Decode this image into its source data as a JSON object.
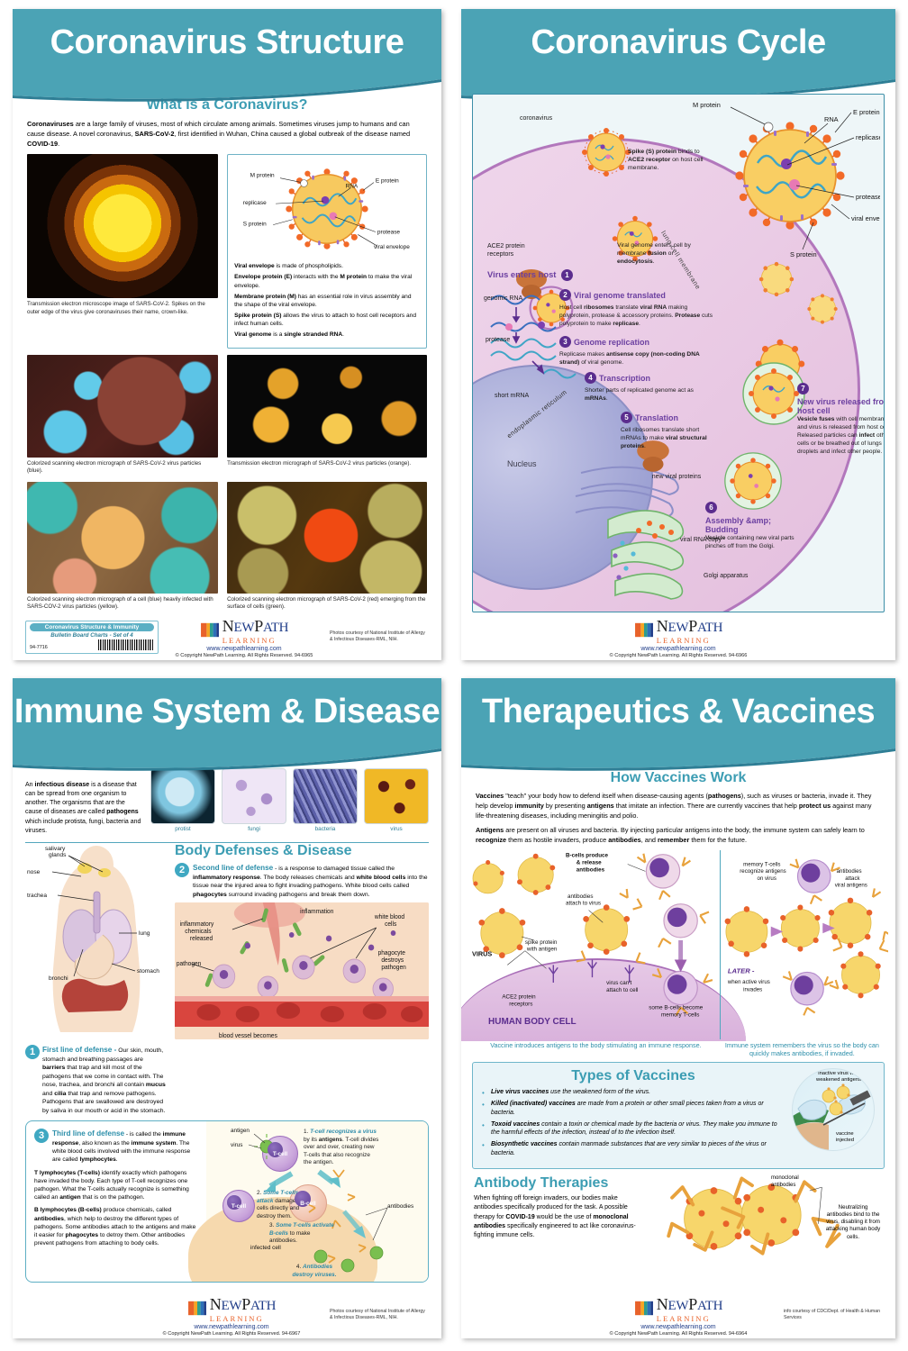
{
  "brand": {
    "name_1": "N",
    "name_2": "EW",
    "name_3": "P",
    "name_4": "ATH",
    "learning": "LEARNING",
    "site": "www.newpathlearning.com"
  },
  "posters": [
    {
      "id": "coronavirus-structure",
      "title": "Coronavirus Structure",
      "section_title": "What is a Coronavirus?",
      "intro_html": "<b>Coronaviruses</b> are a large family of viruses, most of which circulate among animals. Sometimes viruses jump to humans and can cause disease. A novel coronavirus, <b>SARS-CoV-2</b>, first identified in Wuhan, China caused a global outbreak of the disease named <b>COVID-19</b>.",
      "photos": [
        {
          "name": "tem-sars-cov-2",
          "caption": "Transmission electron microscope image of SARS-CoV-2. Spikes on the outer edge of the virus give coronaviruses their name, crown-like."
        },
        {
          "name": "sem-blue-particles",
          "caption": "Colorized scanning electron micrograph of SARS-CoV-2 virus particles (blue)."
        },
        {
          "name": "tem-orange-particles",
          "caption": "Transmission electron micrograph of SARS-CoV-2 virus particles (orange)."
        },
        {
          "name": "sem-infected-cell-yellow",
          "caption": "Colorized scanning electron micrograph of a cell (blue) heavily infected with SARS-COV-2 virus particles (yellow)."
        },
        {
          "name": "sem-red-emerging-green",
          "caption": "Colorized scanning electron micrograph of SARS-CoV-2 (red) emerging from the surface of cells (green)."
        }
      ],
      "virus_labels": [
        "M protein",
        "E protein",
        "RNA",
        "replicase",
        "S protein",
        "protease",
        "viral envelope"
      ],
      "facts": [
        "<b>Viral envelope</b> is made of phospholipids.",
        "<b>Envelope protein (E)</b> interacts with the <b>M protein</b> to make the viral envelope.",
        "<b>Membrane protein (M)</b> has an essential role in virus assembly and the shape of the viral envelope.",
        "<b>Spike protein (S)</b> allows the virus to attach to host cell receptors and infect human cells.",
        "<b>Viral genome</b> is a <b>single stranded RNA</b>."
      ],
      "bulletin": {
        "pill": "Coronavirus Structure & Immunity",
        "sub": "Bulletin Board Charts - Set of 4",
        "item": "94-7716"
      },
      "copyright": "© Copyright NewPath Learning. All Rights Reserved. 94-6965",
      "credit": "Photos courtesy of National Institute of Allergy & Infectious Diseases-RML, NIH."
    },
    {
      "id": "coronavirus-cycle",
      "title": "Coronavirus Cycle",
      "virus_labels": [
        "M protein",
        "E protein",
        "RNA",
        "replicase",
        "protease",
        "viral envelope",
        "S protein"
      ],
      "scene_labels": [
        "coronavirus",
        "ACE2 protein receptors",
        "Virus enters host",
        "lung cell membrane",
        "genomic RNA",
        "protease",
        "short mRNA",
        "endoplasmic reticulum",
        "new viral proteins",
        "viral RNA copy",
        "Golgi apparatus",
        "Nucleus"
      ],
      "callouts": [
        "<b>Spike (S) protein</b> binds to <b>ACE2 receptor</b> on host cell membrane.",
        "Viral genome enters cell by membrane <b>fusion</b> or <b>endocytosis</b>."
      ],
      "steps": [
        {
          "num": "2",
          "head": "Viral genome translated",
          "text": "Host cell <b>ribosomes</b> translate <b>viral RNA</b> making polyprotein, protease &amp; accessory proteins. <b>Protease</b> cuts polyprotein to make <b>replicase</b>."
        },
        {
          "num": "3",
          "head": "Genome replication",
          "text": "Replicase makes <b>antisense copy (non-coding DNA strand)</b> of viral genome."
        },
        {
          "num": "4",
          "head": "Transcription",
          "text": "Shorter parts of replicated genome act as <b>mRNAs</b>."
        },
        {
          "num": "5",
          "head": "Translation",
          "text": "Cell ribosomes translate short mRNAs to make <b>viral structural proteins</b>."
        },
        {
          "num": "6",
          "head": "Assembly &amp; Budding",
          "text": "<b>Vesicle</b> containing new viral parts pinches off from the Golgi."
        },
        {
          "num": "7",
          "head": "New virus released from host cell",
          "text": "<b>Vesicle fuses</b> with cell membrane and virus is released from host cell. Released particles can <b>infect</b> other cells or be breathed out of lungs in droplets and infect other people."
        }
      ],
      "copyright": "© Copyright NewPath Learning. All Rights Reserved. 94-6966"
    },
    {
      "id": "immune-system-disease",
      "title": "Immune System & Disease",
      "intro_html": "An <b>infectious disease</b> is a disease that can be spread from one organism to another. The organisms that are the cause of diseases are called <b>pathogens</b> which include protista, fungi, bacteria and viruses.",
      "thumbs": [
        {
          "name": "protist-photo",
          "label": "protist"
        },
        {
          "name": "fungi-photo",
          "label": "fungi"
        },
        {
          "name": "bacteria-photo",
          "label": "bacteria"
        },
        {
          "name": "virus-photo",
          "label": "virus"
        }
      ],
      "section_title": "Body Defenses & Disease",
      "anatomy_labels": [
        "salivary glands",
        "nose",
        "trachea",
        "lung",
        "bronchi",
        "stomach"
      ],
      "defenses": [
        {
          "num": "1",
          "head": "First line of defense -",
          "text": "Our skin, mouth, stomach and breathing passages are <b>barriers</b> that trap and kill most of the pathogens that we come in contact with. The nose, trachea, and bronchi all contain <b>mucus</b> and <b>cilia</b> that trap and remove pathogens. Pathogens that are swallowed are destroyed by saliva in our mouth or acid in the stomach."
        },
        {
          "num": "2",
          "head": "Second line of defense",
          "text": "- is a response to damaged tissue called the <b>inflammatory response</b>. The body releases chemicals and <b>white blood cells</b> into the tissue near the injured area to fight invading pathogens. White blood cells called <b>phagocytes</b> surround invading pathogens and break them down."
        },
        {
          "num": "3",
          "head": "Third line of defense",
          "text": "- is called the <b>immune response</b>, also known as the <b>immune system</b>. The white blood cells involved with the immune response are called <b>lymphocytes</b>."
        }
      ],
      "inflam_labels": [
        "inflammation",
        "inflammatory chemicals released",
        "pathogen",
        "white blood cells",
        "phagocyte destroys pathogen",
        "blood vessel becomes more permeable"
      ],
      "lympho_paragraphs": [
        "<b>T lymphocytes (T-cells)</b> identify exactly which pathogens have invaded the body. Each type of T-cell recognizes one pathogen. What the T-cells actually recognize is something called an <b>antigen</b> that is on the pathogen.",
        "<b>B lymphocytes (B-cells)</b> produce chemicals, called <b>antibodies</b>, which help to destroy the different types of pathogens. Some antibodies attach to the antigens and make it easier for <b>phagocytes</b> to detroy them. Other antibodies prevent pathogens from attaching to body cells."
      ],
      "tcell_diagram": {
        "labels": [
          "antigen",
          "virus",
          "T-cell",
          "T-cell",
          "B-cell",
          "antibodies",
          "infected cell"
        ],
        "steps": [
          "1. <i>T-cell recognizes a virus</i> by its <b>antigens</b>. T-cell divides over and over, creating new T-cells that also recognize the antigen.",
          "2. <i>Some T-cells attack</i> damaged cells directly and destroy them.",
          "3. <i>Some T-cells activate B-cells</i> to make antibodies.",
          "4. <i>Antibodies destroy viruses.</i>"
        ]
      },
      "copyright": "© Copyright NewPath Learning. All Rights Reserved. 94-6967",
      "credit": "Photos courtesy of National Institute of Allergy & Infectious Diseases-RML, NIH."
    },
    {
      "id": "therapeutics-vaccines",
      "title": "Therapeutics & Vaccines",
      "section_title": "How Vaccines Work",
      "paragraphs": [
        "<b>Vaccines</b> \"teach\" your body how to defend itself when disease-causing agents (<b>pathogens</b>), such as viruses or bacteria, invade it. They help develop <b>immunity</b> by presenting <b>antigens</b> that imitate an infection. There are currently vaccines that help <b>protect us</b> against many life-threatening diseases, including meningitis and polio.",
        "<b>Antigens</b> are present on all viruses and bacteria. By injecting particular antigens into the body, the immune system can safely learn to <b>recognize</b> them as hostile invaders, produce <b>antibodies</b>, and <b>remember</b> them for the future."
      ],
      "diagram_labels_left": [
        "B-cells produce & release antibodies",
        "antibodies attach to virus",
        "VIRUS",
        "spike protein with antigen",
        "virus can't attach to cell",
        "some B-cells become memory T-cells",
        "ACE2 protein receptors",
        "HUMAN BODY CELL"
      ],
      "diagram_labels_right": [
        "memory T-cells recognize antigens on virus",
        "antibodies attack viral antigens",
        "LATER -",
        "when active virus invades"
      ],
      "caption_left": "Vaccine introduces antigens to the body stimulating an immune response.",
      "caption_right": "Immune system remembers the virus so the body can quickly makes antibodies, if invaded.",
      "types_title": "Types of Vaccines",
      "types": [
        "<b>Live virus vaccines</b> use the weakened form of the virus.",
        "<b>Killed (inactivated) vaccines</b> are made from a protein or other small pieces taken from a virus or bacteria.",
        "<b>Toxoid vaccines</b> contain a toxin or chemical made by the bacteria or virus. They make you immune to the harmful effects of the infection, instead of to the infection itself.",
        "<b>Biosynthetic vaccines</b> contain manmade substances that are very similar to pieces of the virus or bacteria."
      ],
      "syringe_labels": [
        "inactive virus with weakened antigens",
        "vaccine injected"
      ],
      "antibody_title": "Antibody Therapies",
      "antibody_text": "When fighting off foreign invaders, our bodies make antibodies specifically produced for the task. A possible therapy for <b>COVID-19</b> would be the use of <b>monoclonal antibodies</b> specifically engineered to act like coronavirus-fighting immune cells.",
      "antibody_labels": [
        "monoclonal antibodies",
        "Neutralizing antibodies bind to the virus, disabling it from attacking human body cells."
      ],
      "copyright": "© Copyright NewPath Learning. All Rights Reserved. 94-6964",
      "credit": "info courtesy of CDC/Dept. of Health & Human Services"
    }
  ],
  "colors": {
    "teal": "#4BA3B5",
    "teal_dark": "#3C8FA6",
    "heading_teal": "#3C9DB3",
    "purple": "#6B3FA0",
    "blue_brand": "#1F3C88",
    "orange_brand": "#E8622A"
  }
}
